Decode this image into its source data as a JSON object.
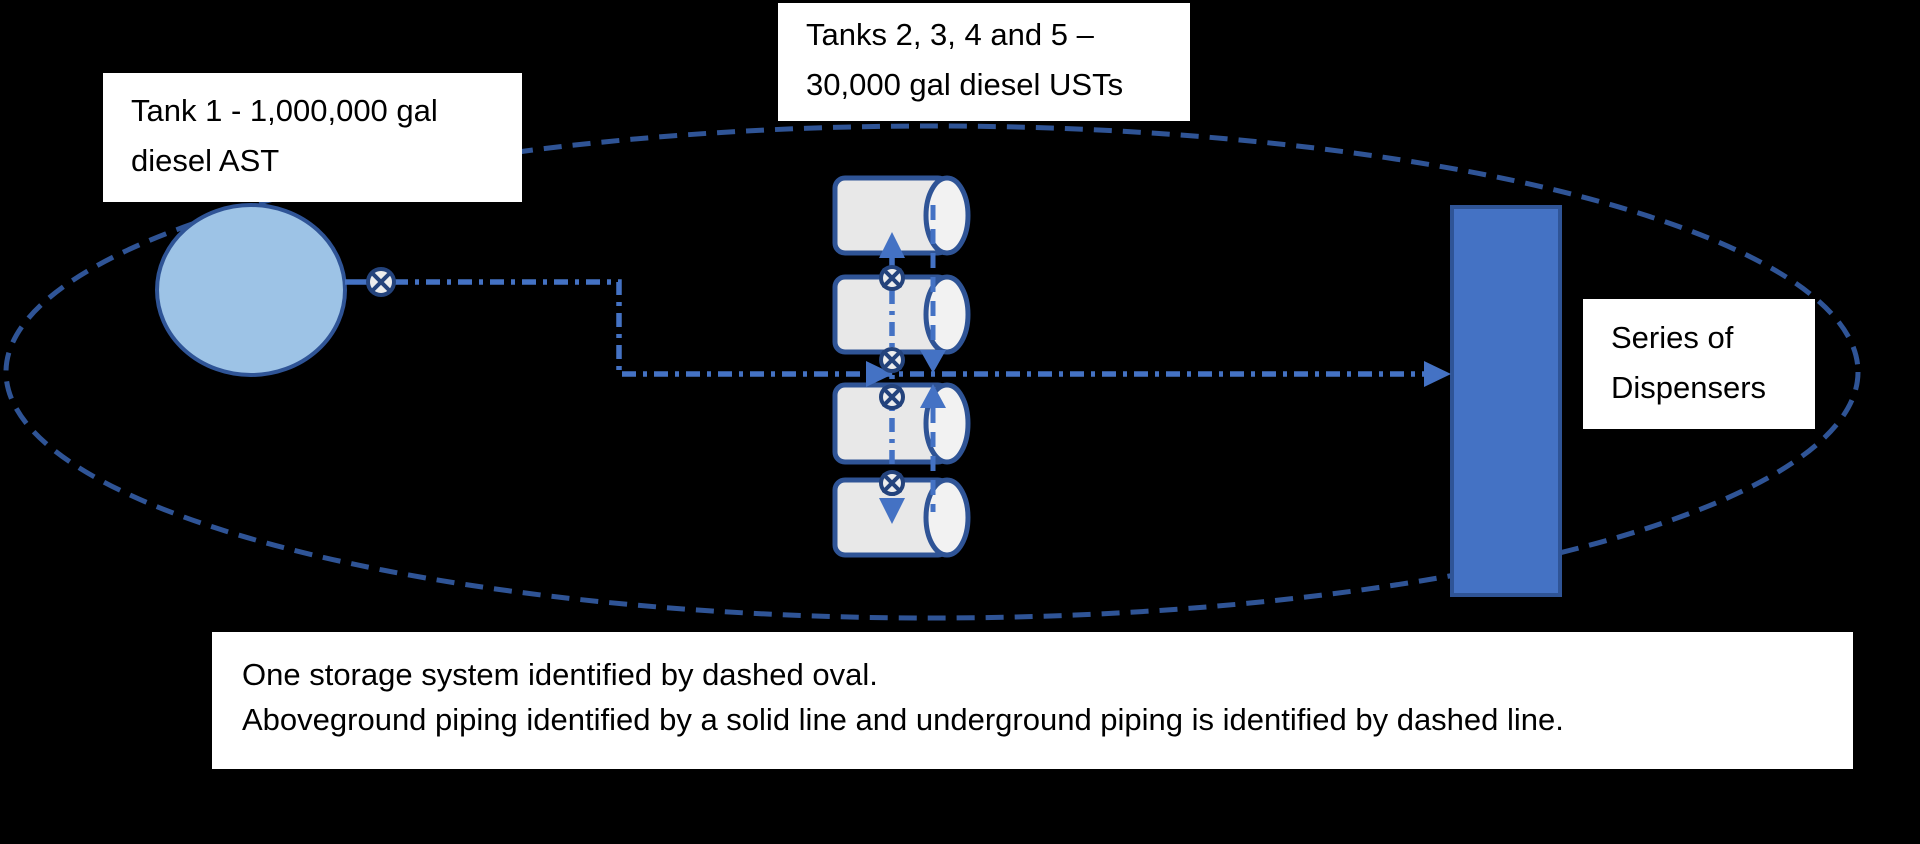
{
  "labels": {
    "tank1": {
      "line1": "Tank 1 - 1,000,000 gal",
      "line2": "diesel AST"
    },
    "usts": {
      "line1": "Tanks 2, 3, 4 and 5 –",
      "line2": "30,000 gal diesel USTs"
    },
    "dispensers": {
      "line1": "Series of",
      "line2": "Dispensers"
    },
    "caption": {
      "line1": "One storage system identified by dashed oval.",
      "line2": "Aboveground piping identified by a solid line and underground piping is identified by dashed line."
    }
  },
  "colors": {
    "background": "#000000",
    "piping_blue": "#4472C4",
    "outline_dark_blue": "#2F5496",
    "oval_dash_blue": "#2F5496",
    "tank1_fill": "#9DC3E6",
    "ust_fill": "#E8E8E8",
    "ust_cap_fill": "#F2F2F2",
    "dispenser_fill": "#4472C4",
    "valve_ring": "#24437C",
    "label_background": "#FFFFFF",
    "text": "#000000"
  }
}
